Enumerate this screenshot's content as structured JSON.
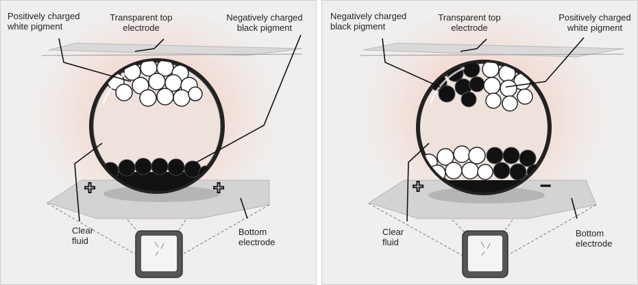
{
  "panels": [
    {
      "labels": {
        "top_left": [
          "Positively charged",
          "white pigment"
        ],
        "top_center": [
          "Transparent top",
          "electrode"
        ],
        "top_right": [
          "Negatively charged",
          "black pigment"
        ],
        "bottom_left": [
          "Clear",
          "fluid"
        ],
        "bottom_right": [
          "Bottom",
          "electrode"
        ]
      },
      "electrode_signs": [
        "+",
        "+"
      ]
    },
    {
      "labels": {
        "top_left": [
          "Negatively charged",
          "black pigment"
        ],
        "top_center": [
          "Transparent top",
          "electrode"
        ],
        "top_right": [
          "Positively charged",
          "white pigment"
        ],
        "bottom_left": [
          "Clear",
          "fluid"
        ],
        "bottom_right": [
          "Bottom",
          "electrode"
        ]
      },
      "electrode_signs": [
        "+",
        "−"
      ]
    }
  ],
  "colors": {
    "background": "#efefef",
    "glow": "#f2b9a8",
    "white_pigment": "#ffffff",
    "black_pigment": "#111111",
    "capsule_rim": "#1a1a1a",
    "electrode_plane": "#dcdcdc",
    "guide_lines": "#777777"
  },
  "icons": [
    "plus-sign-icon",
    "minus-sign-icon",
    "tablet-device-icon"
  ]
}
